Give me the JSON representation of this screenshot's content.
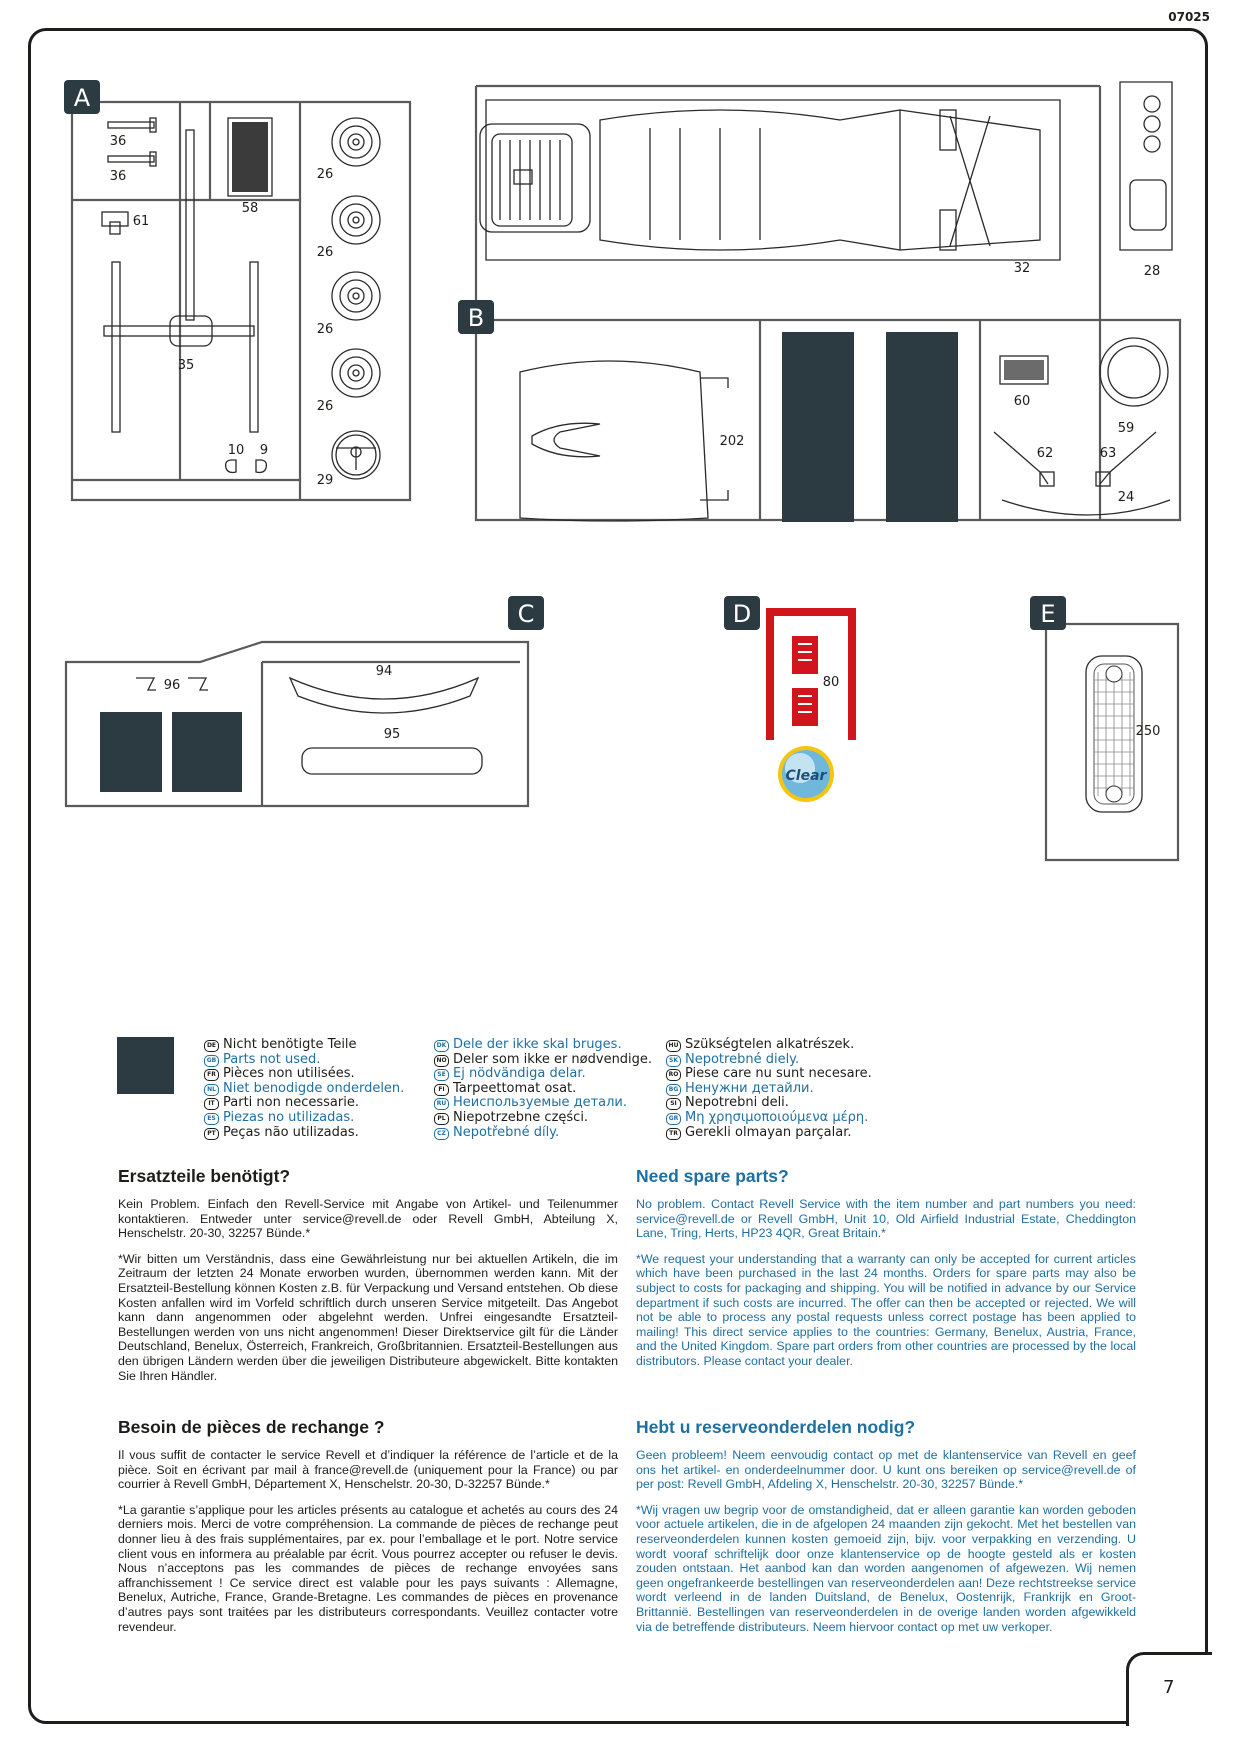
{
  "doc_code": "07025",
  "page_number": "7",
  "sprues": {
    "A": {
      "letter": "A",
      "parts": [
        "36",
        "36",
        "61",
        "58",
        "35",
        "10",
        "9",
        "26",
        "26",
        "26",
        "26",
        "29"
      ]
    },
    "B": {
      "letter": "B",
      "parts": [
        "32",
        "28",
        "202",
        "60",
        "59",
        "62",
        "63",
        "24"
      ]
    },
    "C": {
      "letter": "C",
      "parts": [
        "96",
        "94",
        "95"
      ]
    },
    "D": {
      "letter": "D",
      "parts": [
        "80"
      ],
      "badge": "Clear"
    },
    "E": {
      "letter": "E",
      "parts": [
        "250"
      ]
    }
  },
  "legend": {
    "col1": [
      {
        "code": "DE",
        "text": "Nicht benötigte Teile",
        "blue": false
      },
      {
        "code": "GB",
        "text": "Parts not used.",
        "blue": true
      },
      {
        "code": "FR",
        "text": "Pièces non utilisées.",
        "blue": false
      },
      {
        "code": "NL",
        "text": "Niet benodigde onderdelen.",
        "blue": true
      },
      {
        "code": "IT",
        "text": "Parti non necessarie.",
        "blue": false
      },
      {
        "code": "ES",
        "text": "Piezas no utilizadas.",
        "blue": true
      },
      {
        "code": "PT",
        "text": "Peças não utilizadas.",
        "blue": false
      }
    ],
    "col2": [
      {
        "code": "DK",
        "text": "Dele der ikke skal bruges.",
        "blue": true
      },
      {
        "code": "NO",
        "text": "Deler som ikke er nødvendige.",
        "blue": false
      },
      {
        "code": "SE",
        "text": "Ej nödvändiga delar.",
        "blue": true
      },
      {
        "code": "FI",
        "text": "Tarpeettomat osat.",
        "blue": false
      },
      {
        "code": "RU",
        "text": "Неиспользуемые детали.",
        "blue": true
      },
      {
        "code": "PL",
        "text": "Niepotrzebne części.",
        "blue": false
      },
      {
        "code": "CZ",
        "text": "Nepotřebné díly.",
        "blue": true
      }
    ],
    "col3": [
      {
        "code": "HU",
        "text": "Szükségtelen alkatrészek.",
        "blue": false
      },
      {
        "code": "SK",
        "text": "Nepotrebné diely.",
        "blue": true
      },
      {
        "code": "RO",
        "text": "Piese care nu sunt necesare.",
        "blue": false
      },
      {
        "code": "BG",
        "text": "Ненужни детайли.",
        "blue": true
      },
      {
        "code": "SI",
        "text": "Nepotrebni deli.",
        "blue": false
      },
      {
        "code": "GR",
        "text": "Μη χρησιμοποιούμενα μέρη.",
        "blue": true
      },
      {
        "code": "TR",
        "text": "Gerekli olmayan parçalar.",
        "blue": false
      }
    ]
  },
  "spare_parts": {
    "de": {
      "title": "Ersatzteile benötigt?",
      "p1": "Kein Problem. Einfach den Revell-Service mit Angabe von Artikel- und Teilenummer kontaktieren. Entweder unter service@revell.de oder Revell GmbH, Abteilung X, Henschelstr. 20-30, 32257 Bünde.*",
      "p2": "*Wir bitten um Verständnis, dass eine Gewährleistung nur bei aktuellen Artikeln, die im Zeitraum der letzten 24 Monate erworben wurden, übernommen werden kann. Mit der Ersatzteil-Bestellung können Kosten z.B. für Verpackung und Versand entstehen. Ob diese Kosten anfallen wird im Vorfeld schriftlich durch unseren Service mitgeteilt. Das Angebot kann dann angenommen oder abgelehnt werden. Unfrei eingesandte Ersatzteil-Bestellungen werden von uns nicht angenommen! Dieser Direktservice gilt für die Länder Deutschland, Benelux, Österreich, Frankreich, Großbritannien. Ersatzteil-Bestellungen aus den übrigen Ländern werden über die jeweiligen Distributeure abgewickelt. Bitte kontakten Sie Ihren Händler."
    },
    "fr": {
      "title": "Besoin de pièces de rechange ?",
      "p1": "Il vous suffit de contacter le service Revell et d’indiquer la référence de l’article et de la pièce. Soit en écrivant par mail à france@revell.de (uniquement pour la France) ou par courrier à Revell GmbH, Département X, Henschelstr. 20-30, D-32257 Bünde.*",
      "p2": "*La garantie s’applique pour les articles présents au catalogue et achetés au cours des 24 derniers mois. Merci de votre compréhension. La commande de pièces de rechange peut donner lieu à des frais supplémentaires, par ex. pour l’emballage et le port. Notre service client vous en informera au préalable par écrit. Vous pourrez accepter ou refuser le devis. Nous n’acceptons pas les commandes de pièces de rechange envoyées sans affranchissement ! Ce service direct est valable pour les pays suivants : Allemagne, Benelux, Autriche, France, Grande-Bretagne. Les commandes de pièces en provenance d’autres pays sont traitées par les distributeurs correspondants. Veuillez contacter votre revendeur."
    },
    "en": {
      "title": "Need spare parts?",
      "p1": "No problem. Contact Revell Service with the item number and part numbers you need: service@revell.de or Revell GmbH, Unit 10, Old Airfield Industrial Estate, Cheddington Lane, Tring, Herts, HP23 4QR, Great Britain.*",
      "p2": "*We request your understanding that a warranty can only be accepted for current articles which have been purchased in the last 24 months. Orders for spare parts may also be subject to costs for packaging and shipping. You will be notified in advance by our Service department if such costs are incurred. The offer can then be accepted or rejected. We will not be able to process any postal requests unless correct postage has been applied to mailing! This direct service applies to the countries: Germany, Benelux, Austria, France, and the United Kingdom. Spare part orders from other countries are processed by the local distributors. Please contact your dealer."
    },
    "nl": {
      "title": "Hebt u reserveonderdelen nodig?",
      "p1": "Geen probleem! Neem eenvoudig contact op met de klantenservice van Revell en geef ons het artikel- en onderdeelnummer door. U kunt ons bereiken op service@revell.de of per post: Revell GmbH, Afdeling X, Henschelstr. 20-30, 32257 Bünde.*",
      "p2": "*Wij vragen uw begrip voor de omstandigheid, dat er alleen garantie kan worden geboden voor actuele artikelen, die in de afgelopen 24 maanden zijn gekocht. Met het bestellen van reserveonderdelen kunnen kosten gemoeid zijn, bijv. voor verpakking en verzending. U wordt vooraf schriftelijk door onze klantenservice op de hoogte gesteld als er kosten zouden ontstaan. Het aanbod kan dan worden aangenomen of afgewezen. Wij nemen geen ongefrankeerde bestellingen van reserveonderdelen aan! Deze rechtstreekse service wordt verleend in de landen Duitsland, de Benelux, Oostenrijk, Frankrijk en Groot-Brittannië. Bestellingen van reserveonderdelen in de overige landen worden afgewikkeld via de betreffende distributeurs. Neem hiervoor contact op met uw verkoper."
    }
  }
}
